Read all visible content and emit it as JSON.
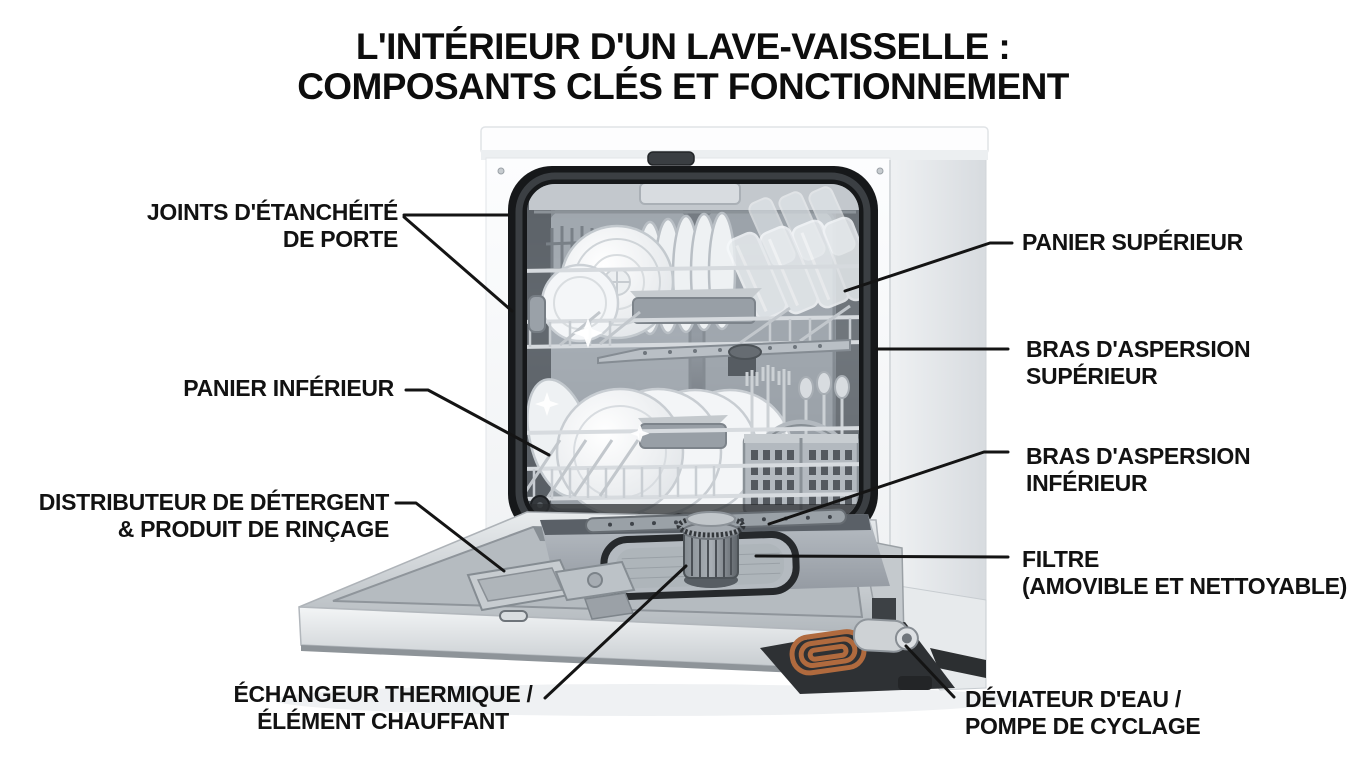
{
  "title": {
    "line1": "L'INTÉRIEUR D'UN LAVE-VAISSELLE :",
    "line2": "COMPOSANTS CLÉS ET FONCTIONNEMENT"
  },
  "labels": {
    "door_seals": {
      "line1": "JOINTS D'ÉTANCHÉITÉ",
      "line2": "DE PORTE"
    },
    "lower_basket": {
      "line1": "PANIER INFÉRIEUR"
    },
    "detergent_dispenser": {
      "line1": "DISTRIBUTEUR DE DÉTERGENT",
      "line2": "& PRODUIT DE RINÇAGE"
    },
    "heat_exchanger": {
      "line1": "ÉCHANGEUR THERMIQUE /",
      "line2": "ÉLÉMENT CHAUFFANT"
    },
    "upper_basket": {
      "line1": "PANIER SUPÉRIEUR"
    },
    "upper_spray_arm": {
      "line1": "BRAS D'ASPERSION",
      "line2": "SUPÉRIEUR"
    },
    "lower_spray_arm": {
      "line1": "BRAS D'ASPERSION",
      "line2": "INFÉRIEUR"
    },
    "filter": {
      "line1": "FILTRE",
      "line2": "(AMOVIBLE ET NETTOYABLE)"
    },
    "water_diverter": {
      "line1": "DÉVIATEUR D'EAU /",
      "line2": "POMPE DE CYCLAGE"
    }
  },
  "colors": {
    "background": "#ffffff",
    "text": "#121212",
    "leader_line": "#141414",
    "cabinet_white": "#f7f8fa",
    "stainless": "#c6cbcf",
    "tub_dark": "#54595e",
    "seal_black": "#16181a",
    "copper_coil": "#b06a3e"
  }
}
